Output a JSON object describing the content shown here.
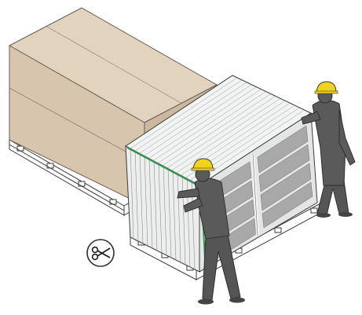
{
  "figure": {
    "type": "assembly-instruction-illustration",
    "objects": [
      "carton-box-on-pallet",
      "solar-panel-stack-on-pallet",
      "worker-front",
      "worker-back",
      "scissors-icon"
    ],
    "colors": {
      "carton": "#d9c8b2",
      "carton_edge": "#6a5f55",
      "panel_frame": "#e8eaea",
      "panel_cell": "#a9a9a9",
      "strap": "#2e9a55",
      "worker": "#585858",
      "helmet": "#f2d21a",
      "pallet": "#ffffff",
      "outline": "#3a3a3a"
    },
    "icon": {
      "name": "scissors-icon",
      "meaning": "cut strap"
    }
  }
}
